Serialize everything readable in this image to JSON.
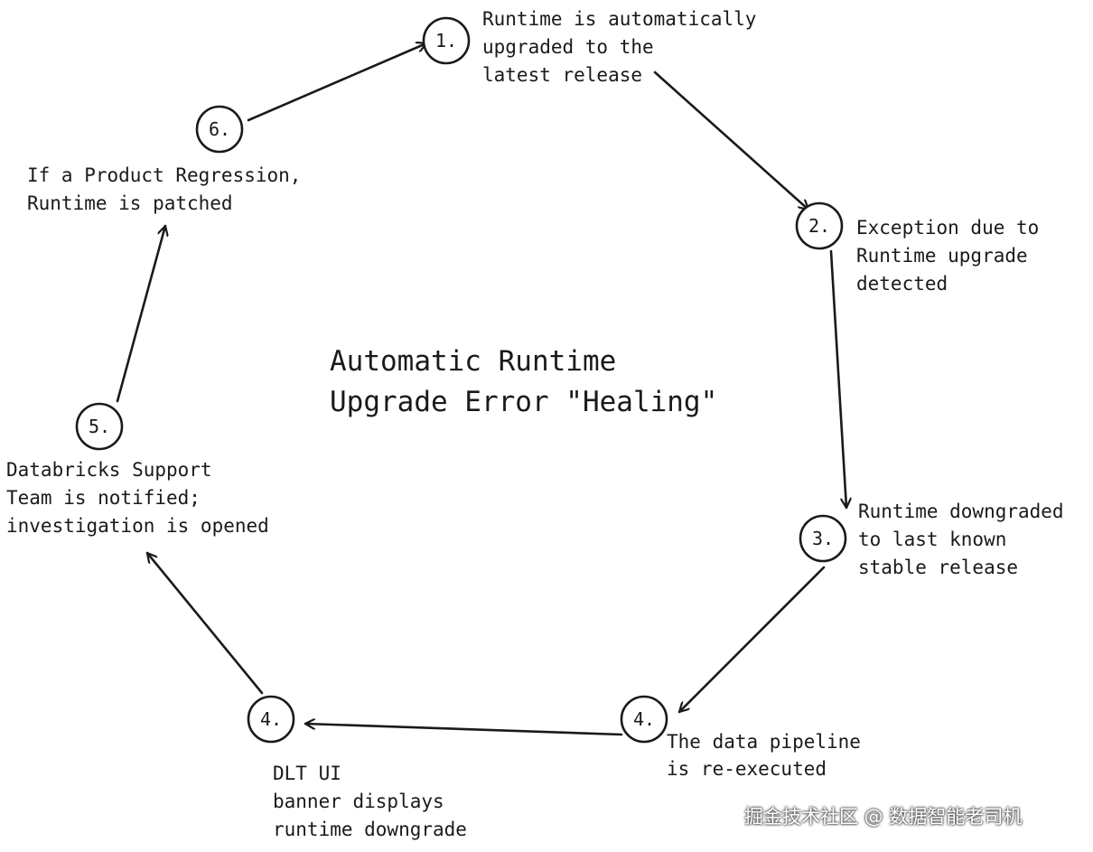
{
  "title": {
    "lines": [
      "Automatic Runtime",
      "Upgrade Error \"Healing\""
    ]
  },
  "nodes": [
    {
      "id": "n1",
      "label": "1.",
      "text": [
        "Runtime is automatically",
        "upgraded to the",
        "latest release"
      ]
    },
    {
      "id": "n2",
      "label": "2.",
      "text": [
        "Exception due to",
        "Runtime upgrade",
        "detected"
      ]
    },
    {
      "id": "n3",
      "label": "3.",
      "text": [
        "Runtime downgraded",
        "to last known",
        "stable release"
      ]
    },
    {
      "id": "n4a",
      "label": "4.",
      "text": [
        "The data pipeline",
        "is re-executed"
      ]
    },
    {
      "id": "n4b",
      "label": "4.",
      "text": [
        "DLT UI",
        "banner displays",
        "runtime downgrade"
      ]
    },
    {
      "id": "n5",
      "label": "5.",
      "text": [
        "Databricks Support",
        "Team is notified;",
        "investigation is opened"
      ]
    },
    {
      "id": "n6",
      "label": "6.",
      "text": [
        "If a Product Regression,",
        "Runtime is patched"
      ]
    }
  ],
  "edges": [
    {
      "from": "n1",
      "to": "n2"
    },
    {
      "from": "n2",
      "to": "n3"
    },
    {
      "from": "n3",
      "to": "n4a"
    },
    {
      "from": "n4a",
      "to": "n4b"
    },
    {
      "from": "n4b",
      "to": "n5"
    },
    {
      "from": "n5",
      "to": "n6"
    },
    {
      "from": "n6",
      "to": "n1"
    }
  ],
  "watermark": "掘金技术社区 @ 数据智能老司机"
}
